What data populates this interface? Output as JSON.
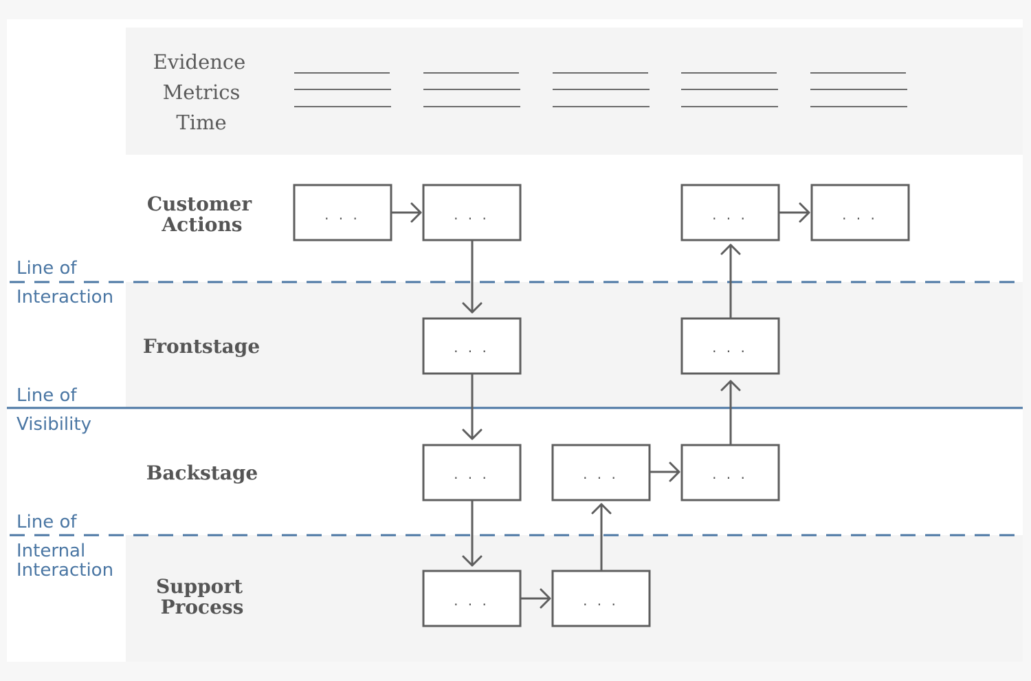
{
  "evidence": {
    "labels": [
      "Evidence",
      "Metrics",
      "Time"
    ]
  },
  "lanes": {
    "customer_actions": [
      "Customer",
      "Actions"
    ],
    "frontstage": "Frontstage",
    "backstage": "Backstage",
    "support_process": [
      "Support",
      "Process"
    ]
  },
  "lines": {
    "interaction": [
      "Line of",
      "Interaction"
    ],
    "visibility": [
      "Line of",
      "Visibility"
    ],
    "internal_interaction": [
      "Line of",
      "Internal",
      "Interaction"
    ]
  },
  "box_text": ". . .",
  "colors": {
    "line_blue": "#4a76a3",
    "box_stroke": "#5e5e5e",
    "band_gray": "#f4f4f4",
    "background": "#f7f7f7"
  }
}
